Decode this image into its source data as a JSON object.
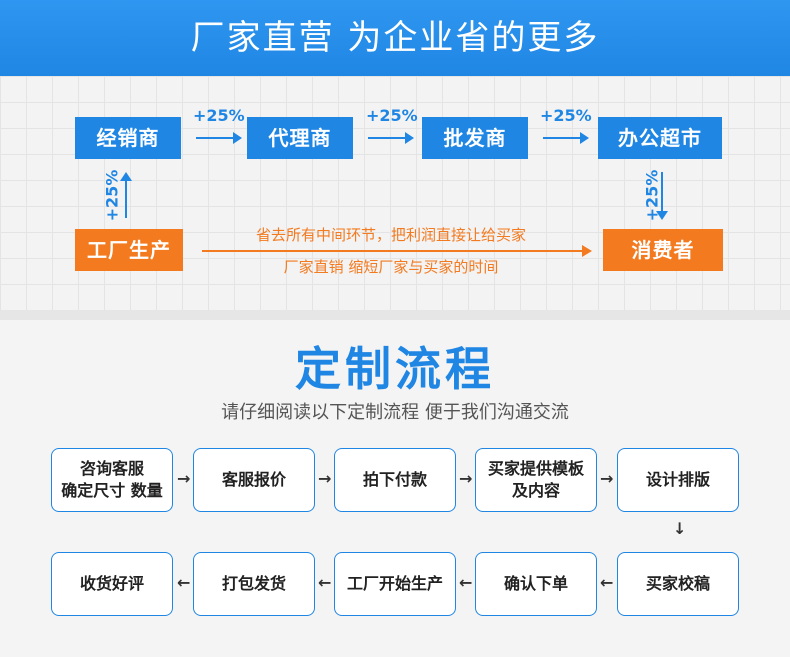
{
  "banner": {
    "title": "厂家直营  为企业省的更多"
  },
  "chain": {
    "boxes": [
      "经销商",
      "代理商",
      "批发商",
      "办公超市"
    ],
    "factory": "工厂生产",
    "consumer": "消费者",
    "markup": "+25%",
    "note_top": "省去所有中间环节，把利润直接让给买家",
    "note_bottom": "厂家直销 缩短厂家与买家的时间"
  },
  "flow": {
    "title": "定制流程",
    "subtitle": "请仔细阅读以下定制流程 便于我们沟通交流",
    "row1": [
      "咨询客服\n确定尺寸 数量",
      "客服报价",
      "拍下付款",
      "买家提供模板\n及内容",
      "设计排版"
    ],
    "row2": [
      "收货好评",
      "打包发货",
      "工厂开始生产",
      "确认下单",
      "买家校稿"
    ]
  },
  "colors": {
    "blue": "#1f86e4",
    "orange": "#f37a1f"
  }
}
